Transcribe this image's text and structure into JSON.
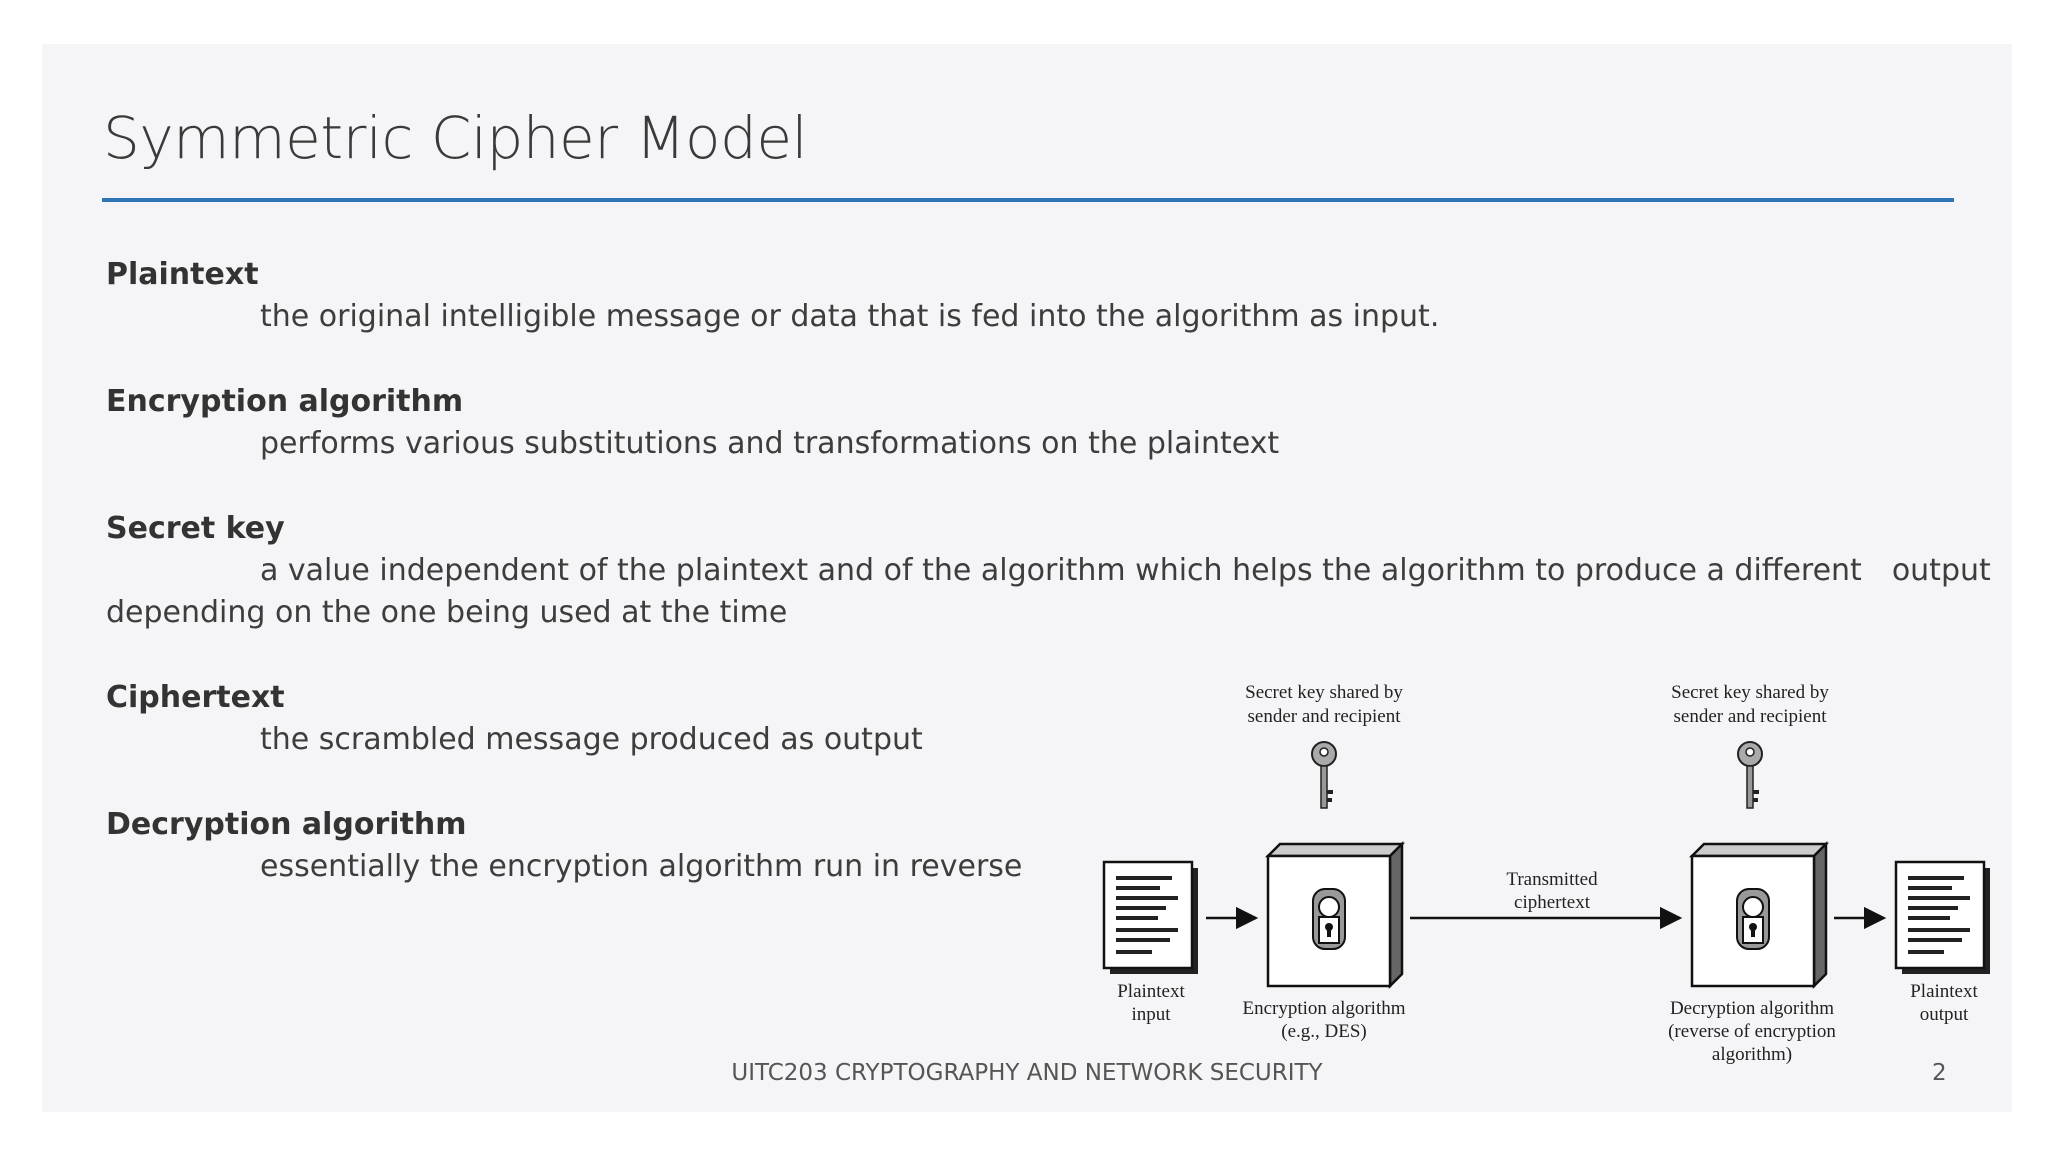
{
  "slide": {
    "title": "Symmetric Cipher Model",
    "accent_color": "#2e75b6",
    "definitions": [
      {
        "term": "Plaintext",
        "description": "the original intelligible message or data that is fed into the algorithm as input."
      },
      {
        "term": "Encryption algorithm",
        "description": "performs various substitutions and transformations on the plaintext"
      },
      {
        "term": "Secret key",
        "description_line1": "a value independent of the plaintext and of the algorithm which helps the algorithm to produce a different",
        "description_line1_end": "output",
        "description_line2": "depending on the one being used at the time"
      },
      {
        "term": "Ciphertext",
        "description": "the scrambled message produced as output"
      },
      {
        "term": "Decryption algorithm",
        "description": "essentially the encryption algorithm run in reverse"
      }
    ],
    "footer": "UITC203 CRYPTOGRAPHY AND NETWORK SECURITY",
    "page_number": "2"
  },
  "diagram": {
    "key_label_left_1": "Secret key shared by",
    "key_label_left_2": "sender and recipient",
    "key_label_right_1": "Secret key shared by",
    "key_label_right_2": "sender and recipient",
    "transmitted_1": "Transmitted",
    "transmitted_2": "ciphertext",
    "plaintext_input_1": "Plaintext",
    "plaintext_input_2": "input",
    "encryption_1": "Encryption algorithm",
    "encryption_2": "(e.g., DES)",
    "decryption_1": "Decryption algorithm",
    "decryption_2": "(reverse of encryption",
    "decryption_3": "algorithm)",
    "plaintext_output_1": "Plaintext",
    "plaintext_output_2": "output",
    "icons": [
      "document-icon",
      "key-icon",
      "lock-icon"
    ]
  }
}
